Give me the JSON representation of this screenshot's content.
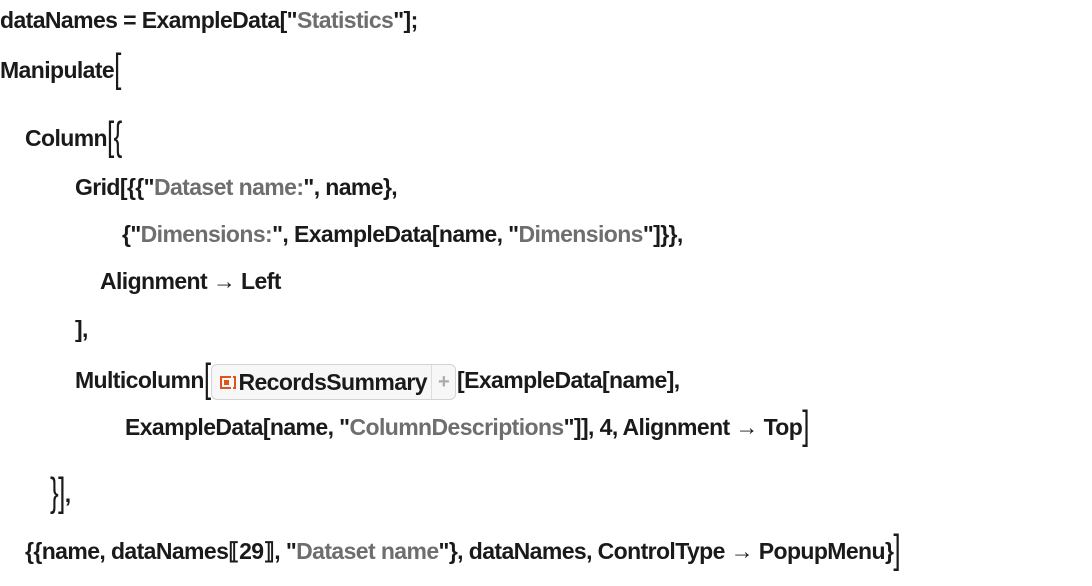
{
  "lines": [
    {
      "segments": [
        {
          "t": "c",
          "text": "dataNames = ExampleData[\""
        },
        {
          "t": "s",
          "text": "Statistics"
        },
        {
          "t": "c",
          "text": "\"];"
        }
      ]
    },
    {
      "segments": [
        {
          "t": "c",
          "text": "Manipulate"
        },
        {
          "t": "b",
          "text": "["
        }
      ]
    },
    {
      "segments": [
        {
          "t": "c",
          "text": "Column"
        },
        {
          "t": "b",
          "text": "[{"
        }
      ]
    },
    {
      "segments": [
        {
          "t": "c",
          "text": "Grid[{{\""
        },
        {
          "t": "s",
          "text": "Dataset name:"
        },
        {
          "t": "c",
          "text": "\", name},"
        }
      ]
    },
    {
      "segments": [
        {
          "t": "c",
          "text": "{\""
        },
        {
          "t": "s",
          "text": "Dimensions:"
        },
        {
          "t": "c",
          "text": "\", ExampleData[name, \""
        },
        {
          "t": "s",
          "text": "Dimensions"
        },
        {
          "t": "c",
          "text": "\"]}},"
        }
      ]
    },
    {
      "segments": [
        {
          "t": "c",
          "text": "Alignment → Left"
        }
      ]
    },
    {
      "segments": [
        {
          "t": "c",
          "text": "],"
        }
      ]
    },
    {
      "segments": [
        {
          "t": "c",
          "text": "Multicolumn"
        },
        {
          "t": "b",
          "text": "["
        },
        {
          "t": "r",
          "text": "RecordsSummary"
        },
        {
          "t": "c",
          "text": "[ExampleData[name],"
        }
      ]
    },
    {
      "segments": [
        {
          "t": "c",
          "text": "ExampleData[name, \""
        },
        {
          "t": "s",
          "text": "ColumnDescriptions"
        },
        {
          "t": "c",
          "text": "\"]], 4, Alignment → Top"
        },
        {
          "t": "b",
          "text": "]"
        }
      ]
    },
    {
      "segments": [
        {
          "t": "b",
          "text": "}]"
        },
        {
          "t": "c",
          "text": ","
        }
      ]
    },
    {
      "segments": [
        {
          "t": "c",
          "text": "{{name, dataNames⟦29⟧, \""
        },
        {
          "t": "s",
          "text": "Dataset name"
        },
        {
          "t": "c",
          "text": "\"}, dataNames, ControlType → PopupMenu}"
        },
        {
          "t": "b",
          "text": "]"
        }
      ]
    }
  ]
}
